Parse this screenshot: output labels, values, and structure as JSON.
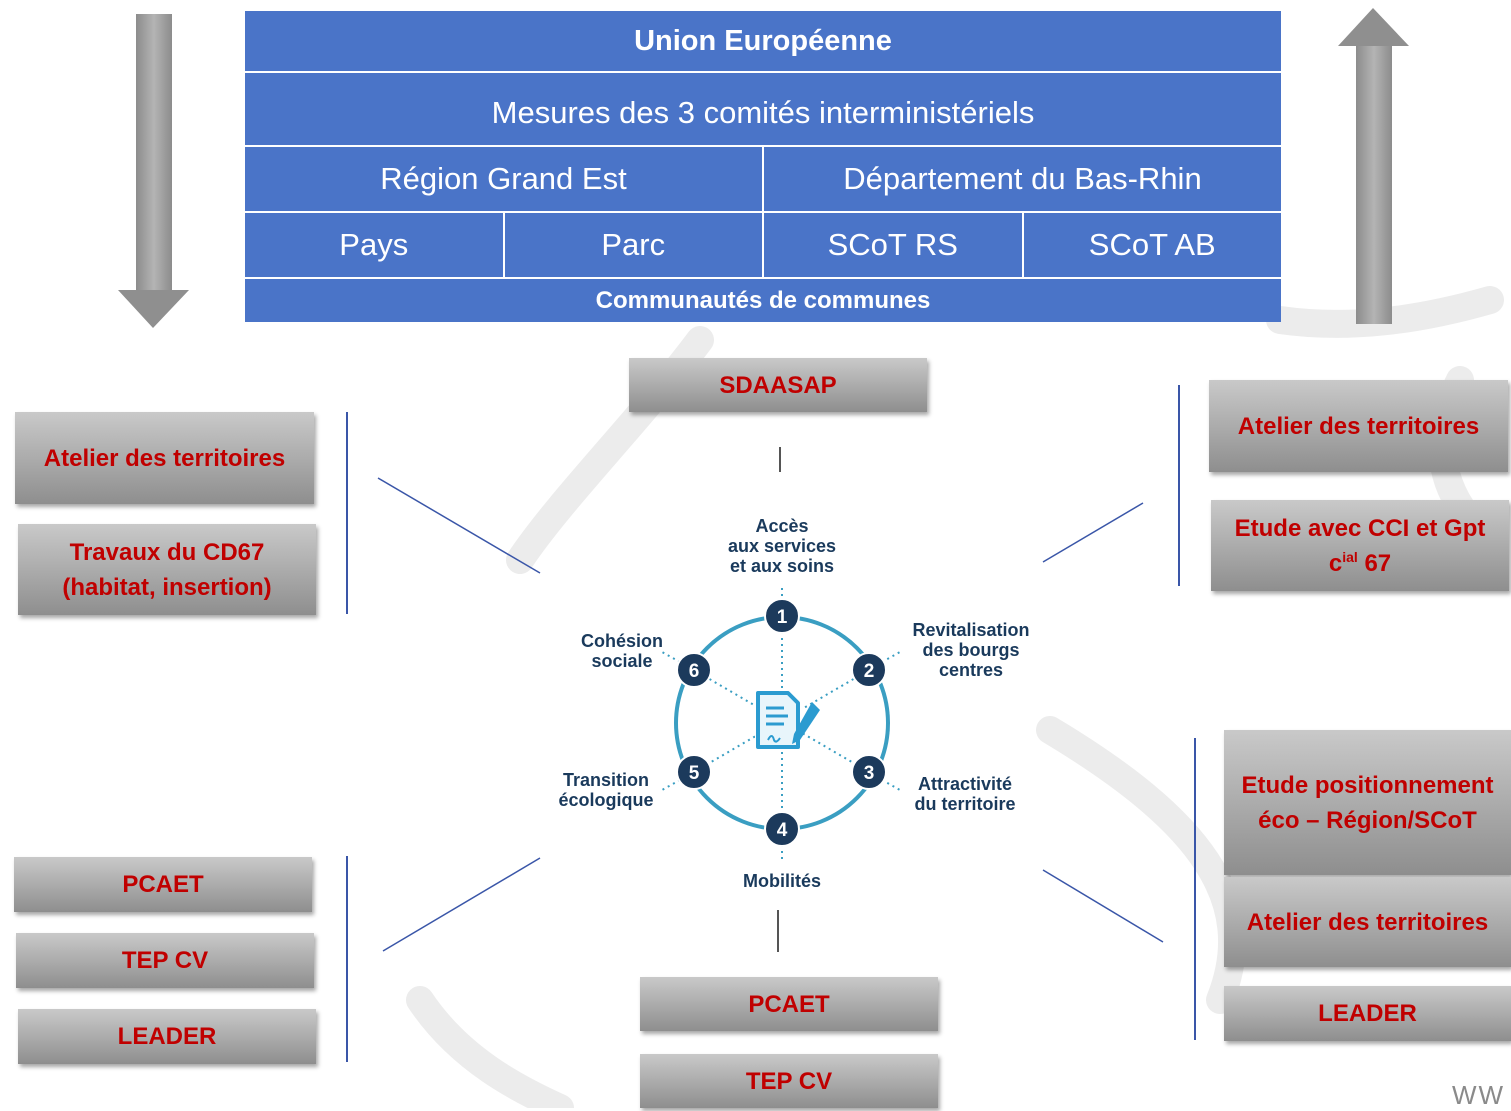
{
  "hierarchy": {
    "row1": "Union Européenne",
    "row2": "Mesures des 3 comités interministériels",
    "row3": [
      "Région Grand Est",
      "Département du Bas-Rhin"
    ],
    "row4": [
      "Pays",
      "Parc",
      "SCoT RS",
      "SCoT AB"
    ],
    "row5": "Communautés de communes"
  },
  "boxes": {
    "top_center": "SDAASAP",
    "left_top": [
      "Atelier des territoires",
      "Travaux du CD67 (habitat, insertion)"
    ],
    "right_top": {
      "atelier": "Atelier des territoires",
      "etude_prefix": "Etude avec CCI et Gpt c",
      "etude_sup": "ial",
      "etude_suffix": " 67"
    },
    "left_bottom": [
      "PCAET",
      "TEP CV",
      "LEADER"
    ],
    "bottom_center": [
      "PCAET",
      "TEP CV"
    ],
    "right_bottom": [
      "Etude positionnement éco – Région/SCoT",
      "Atelier des territoires",
      "LEADER"
    ]
  },
  "center": {
    "axes": [
      {
        "num": "1",
        "label": "Accès\naux services\net aux soins"
      },
      {
        "num": "2",
        "label": "Revitalisation\ndes bourgs\ncentres"
      },
      {
        "num": "3",
        "label": "Attractivité\ndu territoire"
      },
      {
        "num": "4",
        "label": "Mobilités"
      },
      {
        "num": "5",
        "label": "Transition\nécologique"
      },
      {
        "num": "6",
        "label": "Cohésion\nsociale"
      }
    ],
    "icon": "document-pen-icon"
  },
  "corner_text": "WW",
  "colors": {
    "table_blue": "#4a74c8",
    "box_text_red": "#c00000",
    "ring_blue": "#3a9ec2",
    "node_navy": "#1c3a5c",
    "connector_blue": "#3a56a8"
  }
}
